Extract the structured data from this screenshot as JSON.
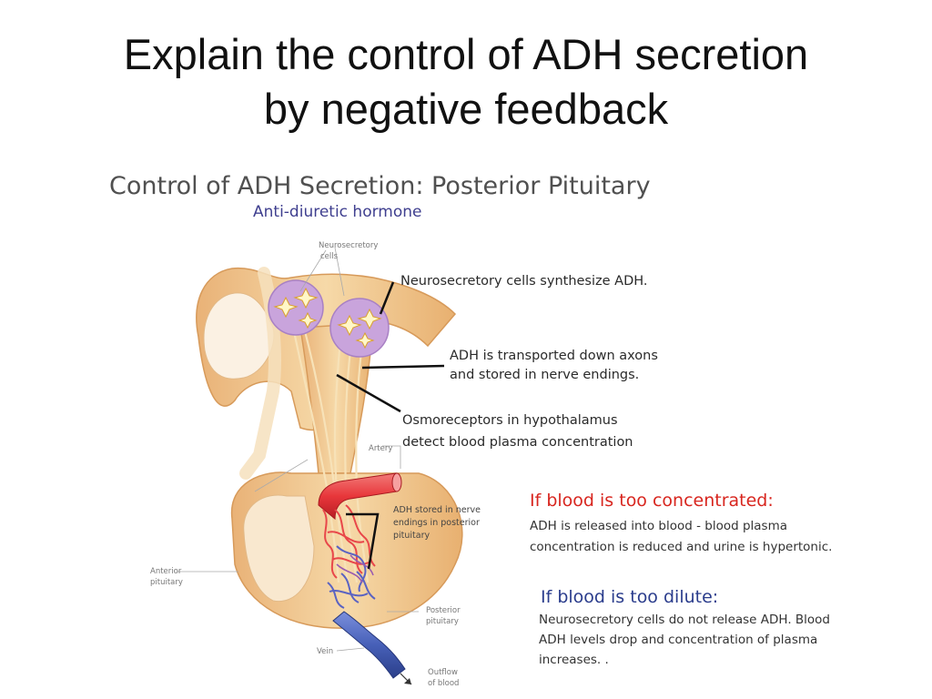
{
  "slide": {
    "title_line1": "Explain the control of ADH secretion",
    "title_line2": "by negative feedback"
  },
  "figure": {
    "title": "Control of ADH Secretion: Posterior Pituitary",
    "subtitle": "Anti-diuretic hormone",
    "labels": {
      "neurosecretory_cells_1": "Neurosecretory",
      "neurosecretory_cells_2": "cells",
      "artery": "Artery",
      "adh_stored_1": "ADH stored in nerve",
      "adh_stored_2": "endings in posterior",
      "adh_stored_3": "pituitary",
      "anterior_1": "Anterior",
      "anterior_2": "pituitary",
      "posterior_1": "Posterior",
      "posterior_2": "pituitary",
      "vein": "Vein",
      "outflow_1": "Outflow",
      "outflow_2": "of blood"
    },
    "callouts": {
      "synthesize": "Neurosecretory cells synthesize ADH.",
      "transport_1": "ADH is transported down axons",
      "transport_2": "and stored in nerve endings.",
      "osmo_1": "Osmoreceptors in hypothalamus",
      "osmo_2": "detect blood plasma concentration"
    },
    "concentrated": {
      "heading": "If blood is too concentrated:",
      "line1": "ADH is released into blood - blood plasma",
      "line2": "concentration is reduced and urine is hypertonic."
    },
    "dilute": {
      "heading": "If blood is too dilute:",
      "line1": "Neurosecretory cells do not release ADH. Blood",
      "line2": "ADH levels drop and concentration of plasma",
      "line3": "increases. ."
    },
    "colors": {
      "tissue": "#f3cf9a",
      "tissue_dark": "#e6a766",
      "cell_body": "#c9a4dc",
      "artery": "#e8373b",
      "vein": "#4760b8",
      "concentrated_heading": "#d8261f",
      "dilute_heading": "#2a3c8c"
    }
  }
}
